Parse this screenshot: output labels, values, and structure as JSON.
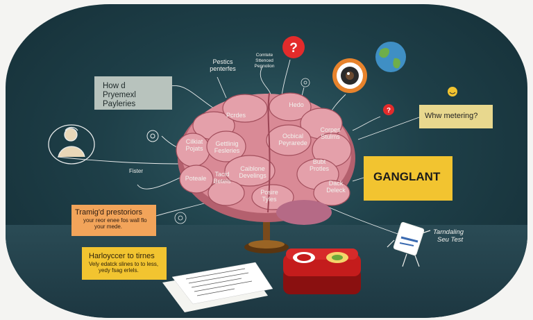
{
  "callouts": {
    "top_left_box": {
      "line1": "How d",
      "line2": "Pryemexl Payleries"
    },
    "top_center_note": {
      "line1": "Pestics",
      "line2": "penterfes"
    },
    "top_small_note": {
      "line1": "Comtete",
      "line2": "Sttenced",
      "line3": "Pepnolion"
    },
    "right_question_box": {
      "text": "Whw metering?"
    },
    "right_big_box": {
      "text": "GANGLANT"
    },
    "left_small_label": {
      "text": "Fister"
    },
    "orange_box": {
      "title": "Tramig'd prestoriors",
      "sub1": "your reor enee fos wall flo",
      "sub2": "your mede."
    },
    "yellow_box": {
      "title": "Harloyccer to tirnes",
      "sub1": "Vely edatck slines to to less,",
      "sub2": "yedy fsag erlels."
    },
    "robot_note": {
      "line1": "Tarndaling",
      "line2": "Seu Test"
    }
  },
  "brain_labels": [
    {
      "id": "top",
      "text": "Pcrdes"
    },
    {
      "id": "top-right",
      "text": "Hedo"
    },
    {
      "id": "left-upper",
      "line1": "Cilkiat",
      "line2": "Pojats"
    },
    {
      "id": "center-upper",
      "line1": "Gettlinig",
      "line2": "Fesleries"
    },
    {
      "id": "center-right",
      "line1": "Ocbical",
      "line2": "Peyrarede"
    },
    {
      "id": "right-upper",
      "line1": "Corpes",
      "line2": "Stulms"
    },
    {
      "id": "left-lower",
      "text": "Poteale"
    },
    {
      "id": "center",
      "line1": "Caiblone",
      "line2": "Develings"
    },
    {
      "id": "right-mid",
      "line1": "Bubt",
      "line2": "Protles"
    },
    {
      "id": "bottom-left",
      "line1": "Tacid",
      "line2": "Betels"
    },
    {
      "id": "bottom-center",
      "line1": "Posire",
      "line2": "Tyles"
    },
    {
      "id": "bottom-right",
      "line1": "Dack",
      "line2": "Deleck"
    }
  ],
  "icons": {
    "question_red_big": "?",
    "question_red_small": "?"
  },
  "colors": {
    "background": "#1e3f48",
    "brain": "#d98a96",
    "orange_box": "#f2a45a",
    "yellow_box": "#f2c430",
    "grey_box": "#b8c3bd"
  }
}
